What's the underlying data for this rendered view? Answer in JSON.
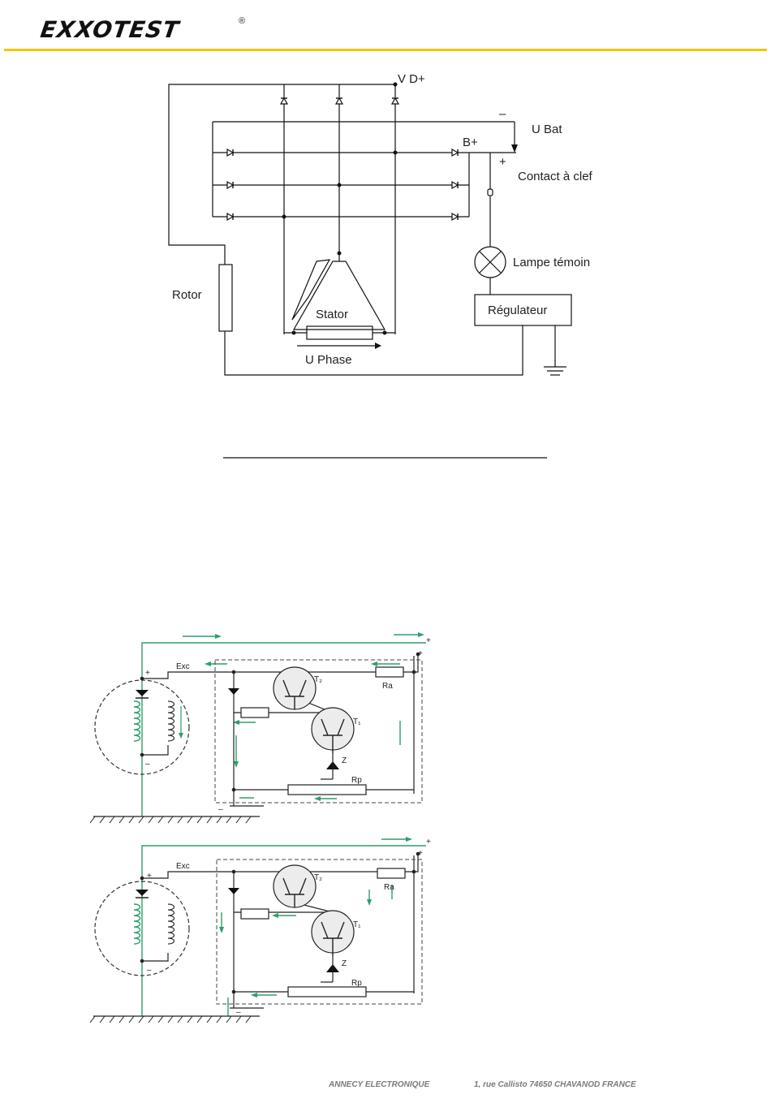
{
  "header": {
    "logo_text": "EXXOTEST",
    "registered_mark": "®",
    "rule_color": "#f2c500"
  },
  "alternator_diagram": {
    "labels": {
      "vd_plus": "V D+",
      "minus": "–",
      "u_bat": "U Bat",
      "b_plus": "B+",
      "plus": "+",
      "contact": "Contact à clef",
      "lamp": "Lampe témoin",
      "rotor": "Rotor",
      "stator": "Stator",
      "regulator": "Régulateur",
      "u_phase": "U Phase"
    }
  },
  "regulator_diagrams": {
    "labels": {
      "plus": "+",
      "minus": "–",
      "exc": "Exc",
      "t2": "T₂",
      "t1": "T₁",
      "z": "Z",
      "ra": "Ra",
      "rp": "Rp"
    },
    "current_color": "#2e9e6b"
  },
  "footer": {
    "company": "ANNECY ELECTRONIQUE",
    "address": "1, rue Callisto  74650 CHAVANOD   FRANCE"
  }
}
